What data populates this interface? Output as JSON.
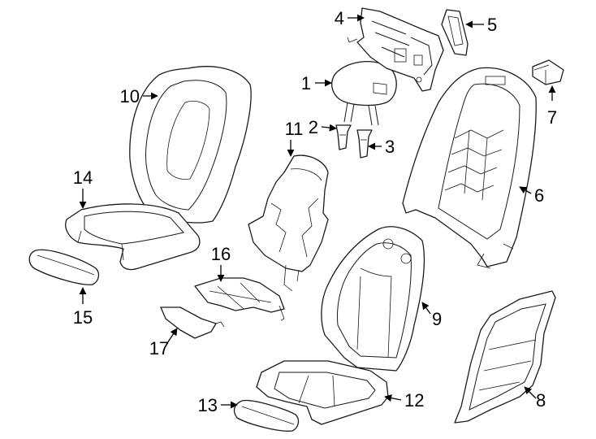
{
  "callouts": [
    {
      "id": "c1",
      "label": "1"
    },
    {
      "id": "c2",
      "label": "2"
    },
    {
      "id": "c3",
      "label": "3"
    },
    {
      "id": "c4",
      "label": "4"
    },
    {
      "id": "c5",
      "label": "5"
    },
    {
      "id": "c6",
      "label": "6"
    },
    {
      "id": "c7",
      "label": "7"
    },
    {
      "id": "c8",
      "label": "8"
    },
    {
      "id": "c9",
      "label": "9"
    },
    {
      "id": "c10",
      "label": "10"
    },
    {
      "id": "c11",
      "label": "11"
    },
    {
      "id": "c12",
      "label": "12"
    },
    {
      "id": "c13",
      "label": "13"
    },
    {
      "id": "c14",
      "label": "14"
    },
    {
      "id": "c15",
      "label": "15"
    },
    {
      "id": "c16",
      "label": "16"
    },
    {
      "id": "c17",
      "label": "17"
    }
  ],
  "colors": {
    "line": "#1a1a1a",
    "background": "#ffffff"
  }
}
